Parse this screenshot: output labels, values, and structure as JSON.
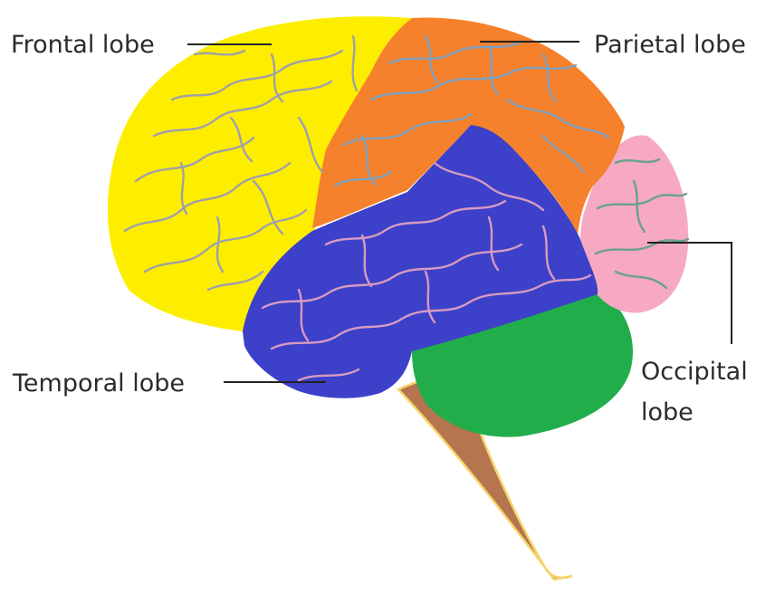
{
  "labels": {
    "frontal": "Frontal lobe",
    "parietal": "Parietal lobe",
    "temporal": "Temporal lobe",
    "occipital_line1": "Occipital",
    "occipital_line2": "lobe"
  },
  "colors": {
    "frontal": "#fdee00",
    "parietal": "#f6812c",
    "temporal": "#3d40c8",
    "occipital": "#f7a9c4",
    "cerebellum": "#22ad4b",
    "brainstem": "#b5754f",
    "brainstem_outline": "#f7d36a",
    "gyri_frontal": "#9fa0a8",
    "gyri_parietal": "#7f9fbc",
    "gyri_temporal": "#d79ac2",
    "gyri_occipital": "#6aa28a",
    "leader_line": "#222222",
    "label_text": "#2b2b2b"
  }
}
